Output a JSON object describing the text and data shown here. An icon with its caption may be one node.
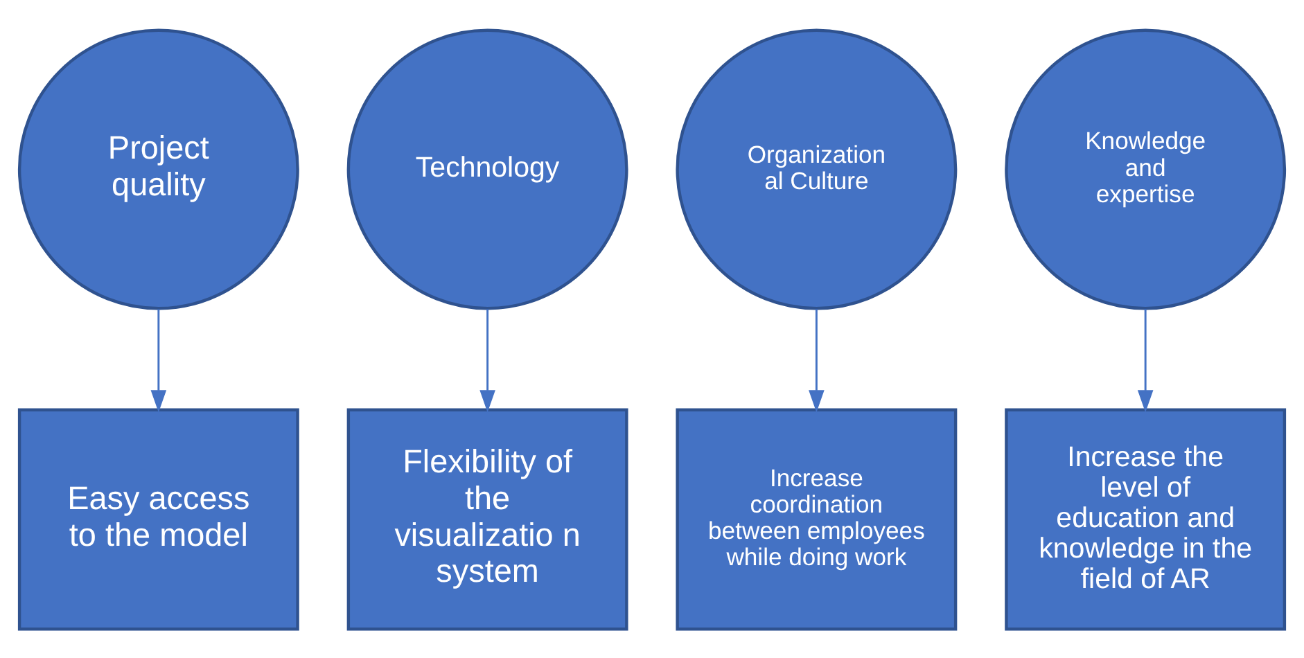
{
  "diagram": {
    "nodes": [
      {
        "text": [
          "Project quality"
        ]
      },
      {
        "text": [
          "Technology"
        ]
      },
      {
        "text": [
          "Organization al Culture"
        ]
      },
      {
        "text": [
          "Knowledge and expertise"
        ]
      },
      {
        "text": [
          "Easy access to the model"
        ]
      },
      {
        "text": [
          "Flexibility of the visualizatio n system"
        ]
      },
      {
        "text": [
          "Increase coordination between employees while doing work"
        ]
      },
      {
        "text": [
          "Increase the level of education and knowledge in the field of AR"
        ]
      }
    ],
    "edges": [
      {
        "from": 0,
        "to": 4,
        "arrow": "to"
      },
      {
        "from": 1,
        "to": 5,
        "arrow": "to"
      },
      {
        "from": 2,
        "to": 6,
        "arrow": "to"
      },
      {
        "from": 3,
        "to": 7,
        "arrow": "to"
      }
    ]
  }
}
